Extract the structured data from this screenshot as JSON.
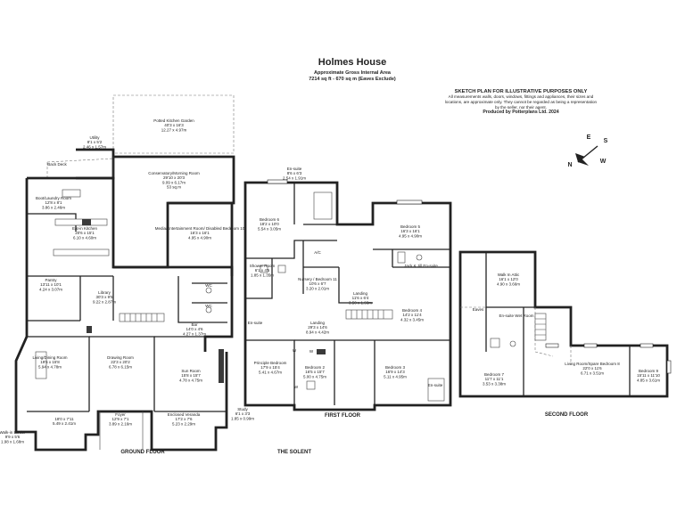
{
  "header": {
    "title": "Holmes House",
    "subtitle": "Approximate Gross Internal Area",
    "area": "7214 sq ft - 670 sq m (Eaves Exclude)"
  },
  "disclaimer": {
    "heading": "SKETCH PLAN FOR ILLUSTRATIVE PURPOSES ONLY",
    "body": "All measurements walls, doors, windows, fittings and appliances, their sizes and locations, are approximate only. They cannot be regarded as being a representation by the seller, nor their agent.",
    "producer": "Produced by Potterplans Ltd. 2024"
  },
  "compass": {
    "n": "N",
    "e": "E",
    "s": "S",
    "w": "W"
  },
  "floors": {
    "ground": "GROUND FLOOR",
    "first": "FIRST FLOOR",
    "second": "SECOND FLOOR"
  },
  "outside_label": "THE SOLENT",
  "rooms": [
    {
      "name": "Potted Kitchen Garden",
      "size": "40'3 x 16'3",
      "metric": "12.27 x 4.97m"
    },
    {
      "name": "Utility",
      "size": "8'1 x 5'2",
      "metric": "2.46 x 1.57m"
    },
    {
      "name": "Back Deck",
      "size": "",
      "metric": ""
    },
    {
      "name": "Conservatory/Morning Room",
      "size": "29'10 x 20'3",
      "metric": "9.09 x 6.17m",
      "extra": "53 sq.m"
    },
    {
      "name": "Boot/Laundry Room",
      "size": "12'8 x 8'1",
      "metric": "3.86 x 2.46m"
    },
    {
      "name": "Eat-in Kitchen",
      "size": "20'6 x 15'1",
      "metric": "6.10 x 4.60m"
    },
    {
      "name": "Media/Entertainment Room/ Disabled Bedroom 10",
      "size": "16'3 x 16'1",
      "metric": "4.95 x 4.90m"
    },
    {
      "name": "Pantry",
      "size": "13'11 x 10'1",
      "metric": "4.24 x 3.07m"
    },
    {
      "name": "Library",
      "size": "30'3 x 9'5",
      "metric": "9.22 x 2.87m"
    },
    {
      "name": "WC",
      "size": "",
      "metric": ""
    },
    {
      "name": "WC",
      "size": "",
      "metric": ""
    },
    {
      "name": "Bar",
      "size": "14'0 x 4'6",
      "metric": "4.27 x 1.37m"
    },
    {
      "name": "Living/Dining Room",
      "size": "19'6 x 15'8",
      "metric": "5.94 x 4.78m"
    },
    {
      "name": "Drawing Room",
      "size": "22'3 x 20'2",
      "metric": "6.78 x 6.15m"
    },
    {
      "name": "Sun Room",
      "size": "15'8 x 15'7",
      "metric": "4.78 x 4.75m"
    },
    {
      "name": "",
      "size": "18'0 x 7'11",
      "metric": "5.49 x 2.41m"
    },
    {
      "name": "Foyer",
      "size": "12'9 x 7'1",
      "metric": "3.89 x 2.16m"
    },
    {
      "name": "Enclosed Veranda",
      "size": "17'2 x 7'6",
      "metric": "5.23 x 2.29m"
    },
    {
      "name": "Walk-in Larder",
      "size": "9'9 x 5'6",
      "metric": "1.98 x 1.68m"
    },
    {
      "name": "En-suite",
      "size": "8'6 x 6'3",
      "metric": "2.54 x 1.91m"
    },
    {
      "name": "Bedroom 6",
      "size": "18'2 x 10'0",
      "metric": "5.54 x 3.05m"
    },
    {
      "name": "Bedroom 5",
      "size": "16'3 x 16'1",
      "metric": "4.95 x 4.90m"
    },
    {
      "name": "A/C",
      "size": "",
      "metric": ""
    },
    {
      "name": "Shower Room",
      "size": "6'1 x 4'5",
      "metric": "1.85 x 1.35m"
    },
    {
      "name": "Nursery / Bedroom 11",
      "size": "10'6 x 6'7",
      "metric": "3.20 x 2.01m"
    },
    {
      "name": "Jack & Jill En-suite",
      "size": "",
      "metric": ""
    },
    {
      "name": "Landing",
      "size": "11'6 x 6'4",
      "metric": "3.50 x 1.93m"
    },
    {
      "name": "Bedroom 4",
      "size": "14'2 x 11'4",
      "metric": "4.32 x 3.45m"
    },
    {
      "name": "En-suite",
      "size": "",
      "metric": ""
    },
    {
      "name": "Landing",
      "size": "29'3 x 14'6",
      "metric": "8.94 x 4.42m"
    },
    {
      "name": "Principle Bedroom",
      "size": "17'9 x 15'4",
      "metric": "5.41 x 4.67m"
    },
    {
      "name": "Bedroom 2",
      "size": "16'5 x 15'7",
      "metric": "5.00 x 4.75m"
    },
    {
      "name": "Bedroom 3",
      "size": "16'9 x 14'3",
      "metric": "5.11 x 4.95m"
    },
    {
      "name": "En-suite",
      "size": "",
      "metric": ""
    },
    {
      "name": "W",
      "size": "",
      "metric": ""
    },
    {
      "name": "W",
      "size": "",
      "metric": ""
    },
    {
      "name": "W",
      "size": "",
      "metric": ""
    },
    {
      "name": "Study",
      "size": "6'1 x 3'3",
      "metric": "1.85 x 0.99m"
    },
    {
      "name": "Walk In Attic",
      "size": "16'1 x 12'0",
      "metric": "4.90 x 3.66m"
    },
    {
      "name": "Eaves",
      "size": "",
      "metric": ""
    },
    {
      "name": "En-suite Wet Room",
      "size": "",
      "metric": ""
    },
    {
      "name": "Bedroom 7",
      "size": "11'7 x 11'1",
      "metric": "3.53 x 3.38m"
    },
    {
      "name": "Living Room/Spare Bedroom 8",
      "size": "22'0 x 11'6",
      "metric": "6.71 x 3.51m"
    },
    {
      "name": "Bedroom 9",
      "size": "15'11 x 11'10",
      "metric": "4.85 x 3.61m"
    }
  ]
}
